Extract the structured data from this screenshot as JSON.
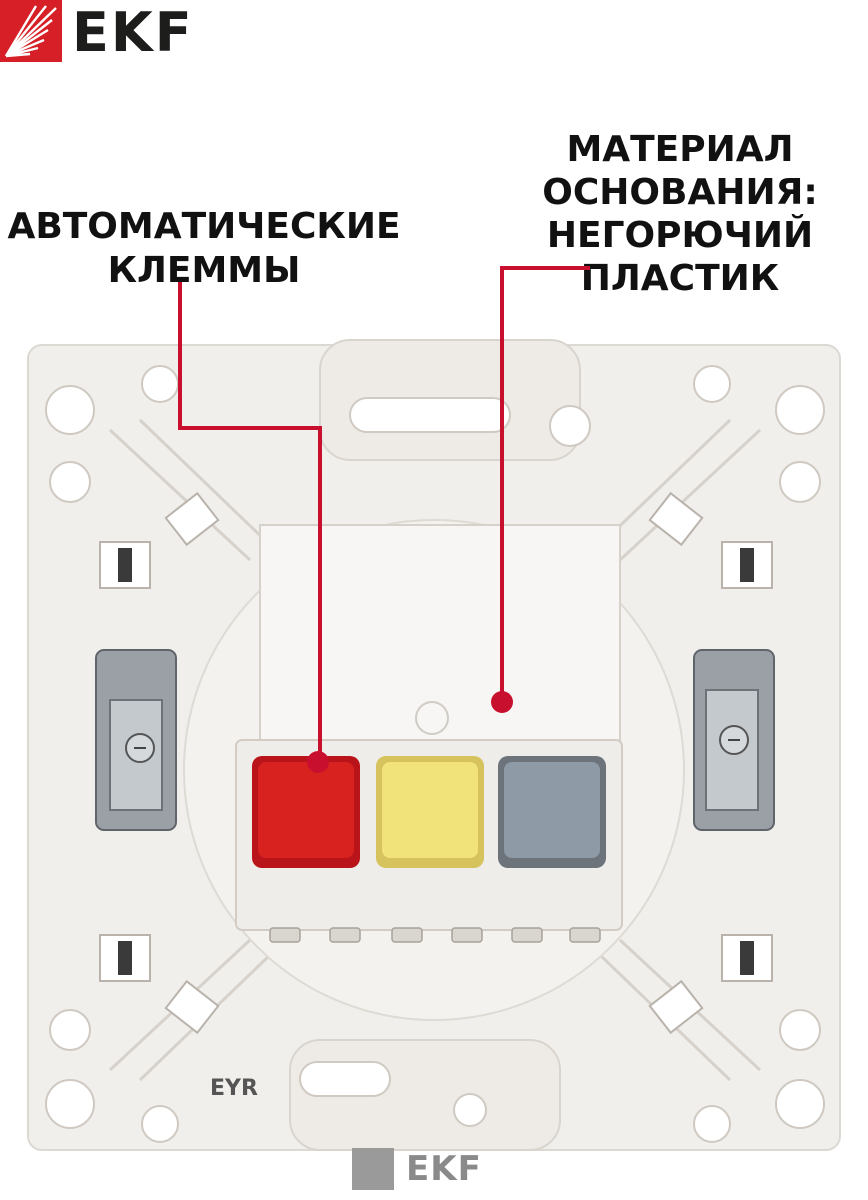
{
  "brand": {
    "logo_text": "EKF",
    "icon": "ekf-lightning-logo-icon",
    "accent": "#d61f26"
  },
  "callouts": {
    "left": {
      "lines": [
        "АВТОМАТИЧЕСКИЕ",
        "КЛЕММЫ"
      ]
    },
    "right": {
      "lines": [
        "МАТЕРИАЛ",
        "ОСНОВАНИЯ:",
        "НЕГОРЮЧИЙ",
        "ПЛАСТИК"
      ]
    }
  },
  "product": {
    "marking": "EYR",
    "bottom_logo_text": "EKF",
    "terminals": [
      {
        "name": "phase-terminal",
        "color": "#d8221f"
      },
      {
        "name": "earth-terminal",
        "color": "#f2e27a"
      },
      {
        "name": "neutral-terminal",
        "color": "#8e9aa6"
      }
    ],
    "leader_color": "#c8102e"
  }
}
